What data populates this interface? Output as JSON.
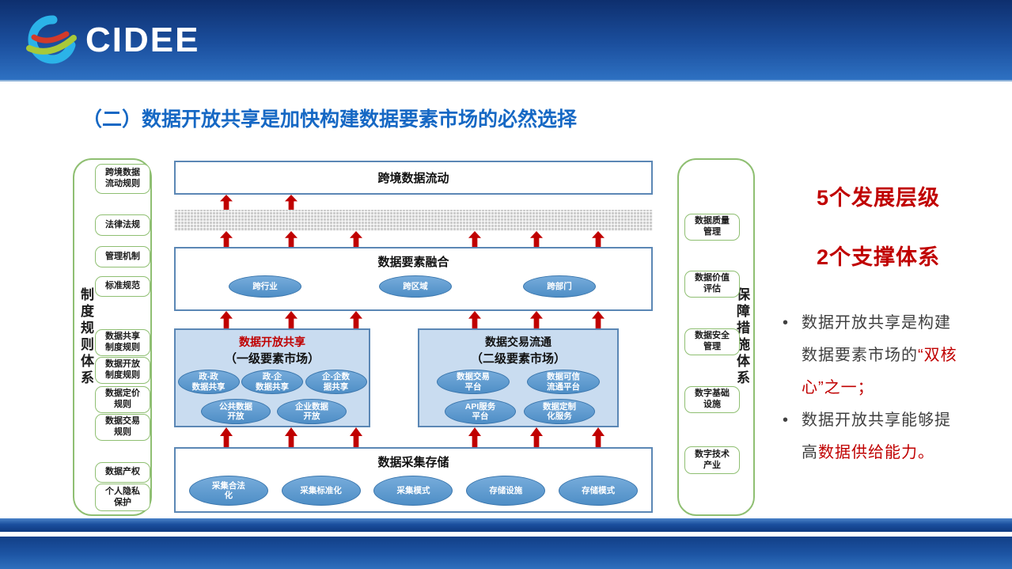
{
  "header": {
    "logo_text": "CIDEE"
  },
  "title": "（二）数据开放共享是加快构建数据要素市场的必然选择",
  "left_pillar": {
    "label": "制度规则体系",
    "items": [
      "跨境数据\n流动规则",
      "法律法规",
      "管理机制",
      "标准规范",
      "数据共享\n制度规则",
      "数据开放\n制度规则",
      "数据定价\n规则",
      "数据交易\n规则",
      "数据产权",
      "个人隐私\n保护"
    ]
  },
  "right_pillar": {
    "label": "保障措施体系",
    "items": [
      "数据质量\n管理",
      "数据价值\n评估",
      "数据安全\n管理",
      "数字基础\n设施",
      "数字技术\n产业"
    ]
  },
  "diagram": {
    "top_box": {
      "title": "跨境数据流动"
    },
    "fusion_box": {
      "title": "数据要素融合",
      "ovals": [
        "跨行业",
        "跨区域",
        "跨部门"
      ]
    },
    "primary_market": {
      "title": "数据开放共享",
      "subtitle": "（一级要素市场）",
      "ovals_row1": [
        "政-政\n数据共享",
        "政-企\n数据共享",
        "企-企数\n据共享"
      ],
      "ovals_row2": [
        "公共数据\n开放",
        "企业数据\n开放"
      ]
    },
    "secondary_market": {
      "title": "数据交易流通",
      "subtitle": "（二级要素市场）",
      "ovals_row1": [
        "数据交易\n平台",
        "数据可信\n流通平台"
      ],
      "ovals_row2": [
        "API服务\n平台",
        "数据定制\n化服务"
      ]
    },
    "storage_box": {
      "title": "数据采集存储",
      "ovals": [
        "采集合法\n化",
        "采集标准化",
        "采集模式",
        "存储设施",
        "存储模式"
      ]
    }
  },
  "side_panel": {
    "heading1": "5个发展层级",
    "heading2": "2个支撑体系",
    "bullets": [
      {
        "segments": [
          {
            "text": "数据开放共享是构建数据要素市场的",
            "color": "dark"
          },
          {
            "text": "“双核心”之一；",
            "color": "red"
          }
        ]
      },
      {
        "segments": [
          {
            "text": "数据开放共享能够提高",
            "color": "dark"
          },
          {
            "text": "数据供给能力。",
            "color": "red"
          }
        ]
      }
    ]
  },
  "colors": {
    "accent_red": "#C00000",
    "title_blue": "#1668C4",
    "green_border": "#8FBF72",
    "oval_blue": "#5B9BD5",
    "box_border_blue": "#5B87B5",
    "header_blue": "#1B4F9E"
  }
}
